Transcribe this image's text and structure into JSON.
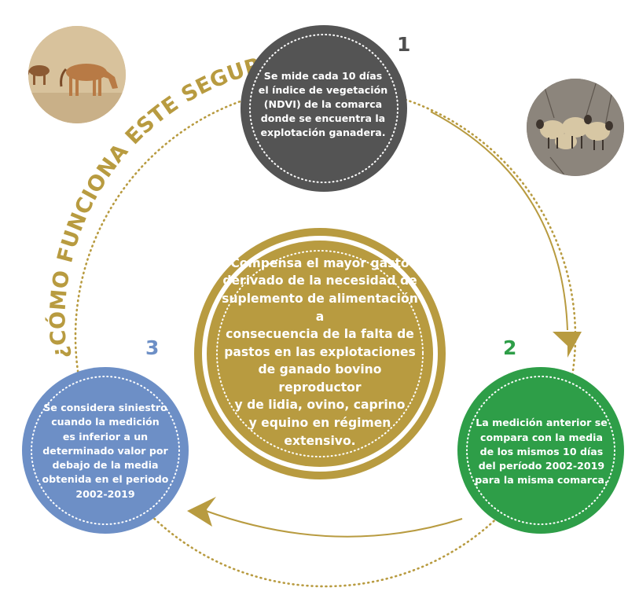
{
  "title": "¿CÓMO FUNCIONA ESTE SEGURO?",
  "colors": {
    "gold": "#b89b40",
    "step1": "#545454",
    "step2": "#2e9e48",
    "step3": "#6d8fc6",
    "photo_bg": "#d9c4a0"
  },
  "center": {
    "text": "Compensa el mayor gasto\nderivado de la necesidad de\nsuplemento de alimentación a\nconsecuencia de la falta de\npastos en las explotaciones\nde ganado bovino reproductor\ny de lidia, ovino, caprino\ny equino en régimen\nextensivo."
  },
  "steps": [
    {
      "number": "1",
      "text": "Se mide cada 10 días\nel índice de vegetación\n(NDVI) de la comarca\ndonde se encuentra la\nexplotación ganadera."
    },
    {
      "number": "2",
      "text": "La medición anterior se\ncompara con la media\nde los mismos 10 días\ndel período 2002-2019\npara la misma comarca."
    },
    {
      "number": "3",
      "text": "Se considera siniestro\ncuando la medición\nes inferior a un\ndeterminado valor por\ndebajo de la media\nobtenida en el periodo\n2002-2019"
    }
  ],
  "images": {
    "horses": "horses-photo",
    "sheep": "sheep-photo"
  }
}
